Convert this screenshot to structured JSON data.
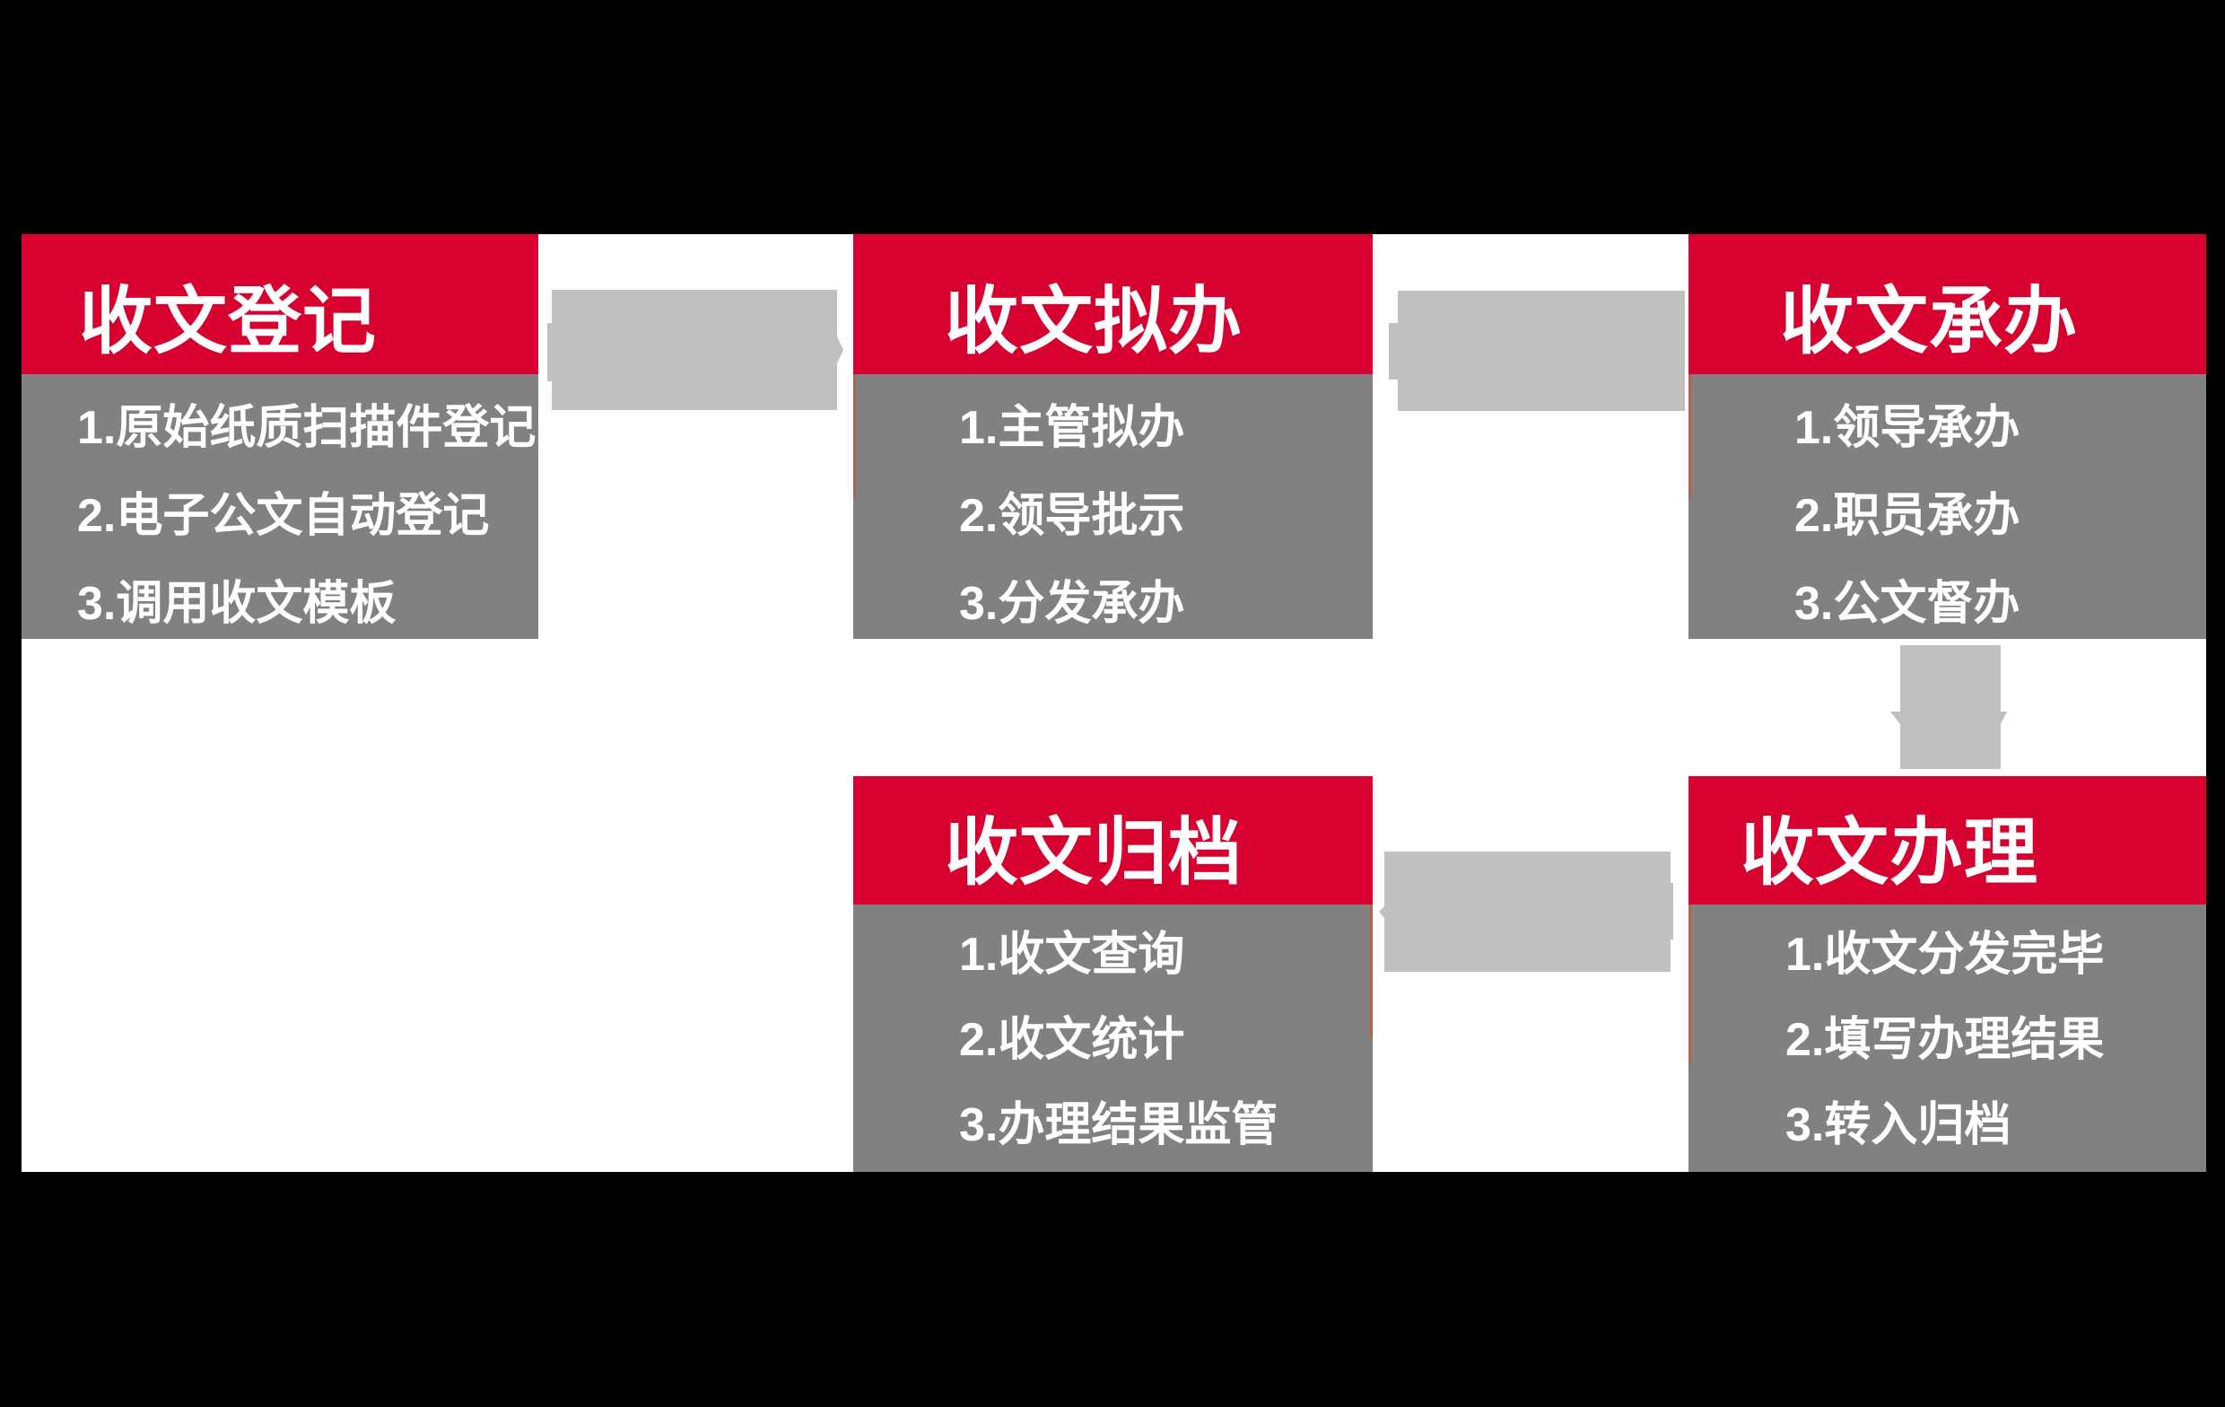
{
  "colors": {
    "background": "#000000",
    "panel": "#ffffff",
    "header_red": "#d6012f",
    "body_gray": "#818181",
    "arrow_gray": "#c1c0be",
    "text_white": "#ffffff"
  },
  "boxes": [
    {
      "title": "收文登记",
      "items": [
        "1.原始纸质扫描件登记",
        "2.电子公文自动登记",
        "3.调用收文模板"
      ]
    },
    {
      "title": "收文拟办",
      "items": [
        "1.主管拟办",
        "2.领导批示",
        "3.分发承办"
      ]
    },
    {
      "title": "收文承办",
      "items": [
        "1.领导承办",
        "2.职员承办",
        "3.公文督办"
      ]
    },
    {
      "title": "收文归档",
      "items": [
        "1.收文查询",
        "2.收文统计",
        "3.办理结果监管"
      ]
    },
    {
      "title": "收文办理",
      "items": [
        "1.收文分发完毕",
        "2.填写办理结果",
        "3.转入归档"
      ]
    }
  ],
  "flow": [
    {
      "from": "收文登记",
      "to": "收文拟办",
      "direction": "right"
    },
    {
      "from": "收文拟办",
      "to": "收文承办",
      "direction": "right"
    },
    {
      "from": "收文承办",
      "to": "收文办理",
      "direction": "down"
    },
    {
      "from": "收文办理",
      "to": "收文归档",
      "direction": "left"
    }
  ]
}
